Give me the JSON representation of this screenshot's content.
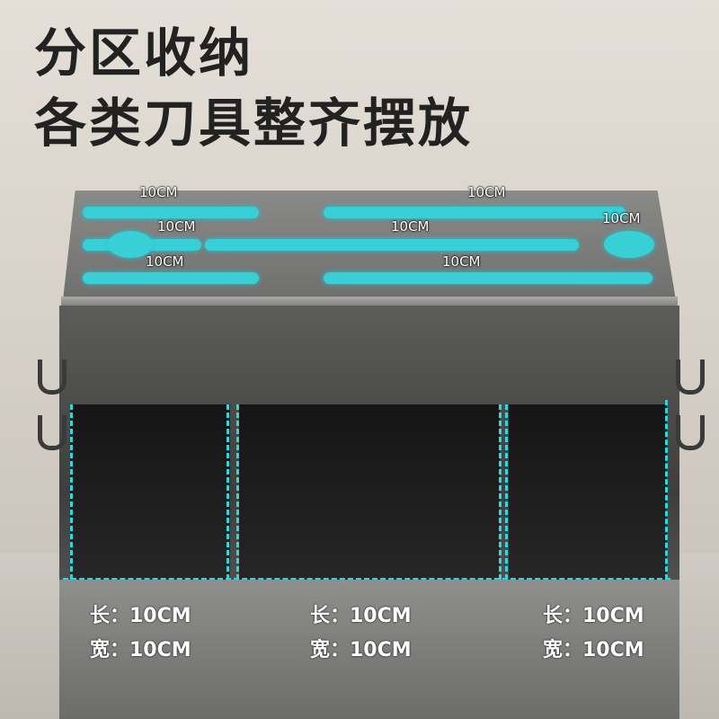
{
  "headline": {
    "line1": "分区收纳",
    "line2": "各类刀具整齐摆放"
  },
  "knife_slots": [
    {
      "label": "10CM"
    },
    {
      "label": "10CM"
    },
    {
      "label": "10CM"
    },
    {
      "label": "10CM"
    },
    {
      "label": "10CM"
    },
    {
      "label": "10CM"
    },
    {
      "label": "10CM"
    }
  ],
  "compartments": [
    {
      "length": "长：10CM",
      "width": "宽：10CM"
    },
    {
      "length": "长：10CM",
      "width": "宽：10CM"
    },
    {
      "length": "长：10CM",
      "width": "宽：10CM"
    }
  ],
  "colors": {
    "accent": "#39cfd6",
    "dash": "#2ed6e0",
    "headline": "#222222"
  }
}
